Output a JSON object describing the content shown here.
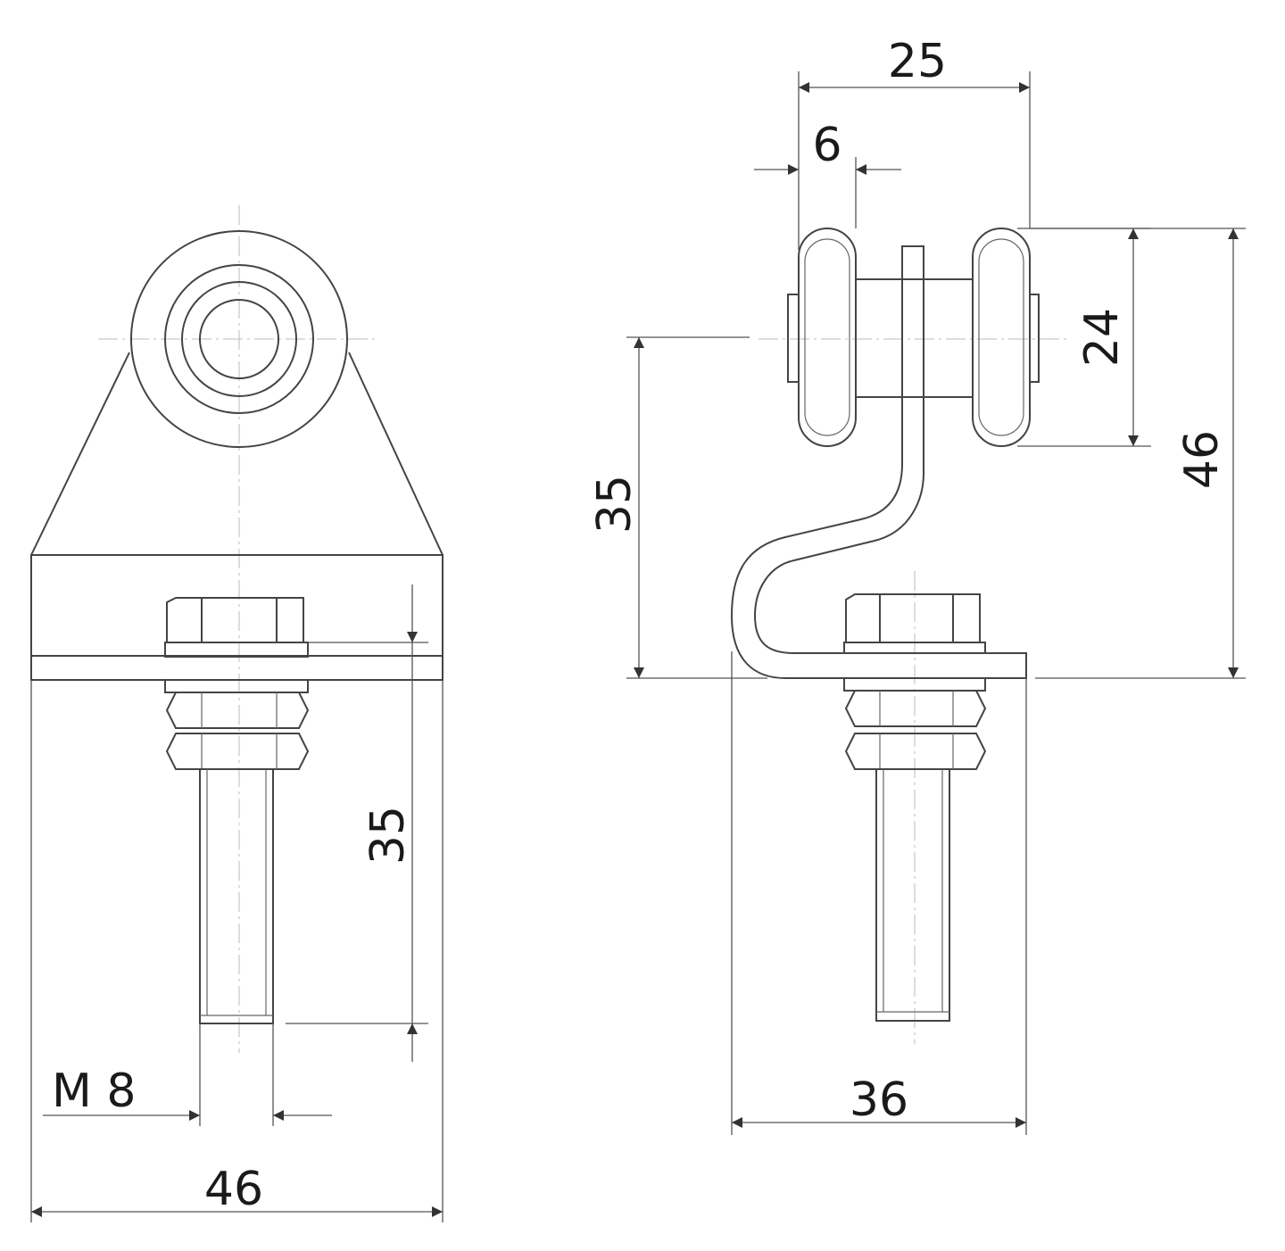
{
  "colors": {
    "line": "#444444",
    "centerline": "#bbbbbb",
    "text": "#1a1a1a"
  },
  "front_view": {
    "dimensions": {
      "overall_width": "46",
      "bolt_length": "35",
      "thread": "M 8"
    }
  },
  "side_view": {
    "dimensions": {
      "wheel_span": "25",
      "wheel_thickness": "6",
      "wheel_diameter": "24",
      "total_height": "46",
      "axle_height": "35",
      "base_width": "36"
    }
  }
}
